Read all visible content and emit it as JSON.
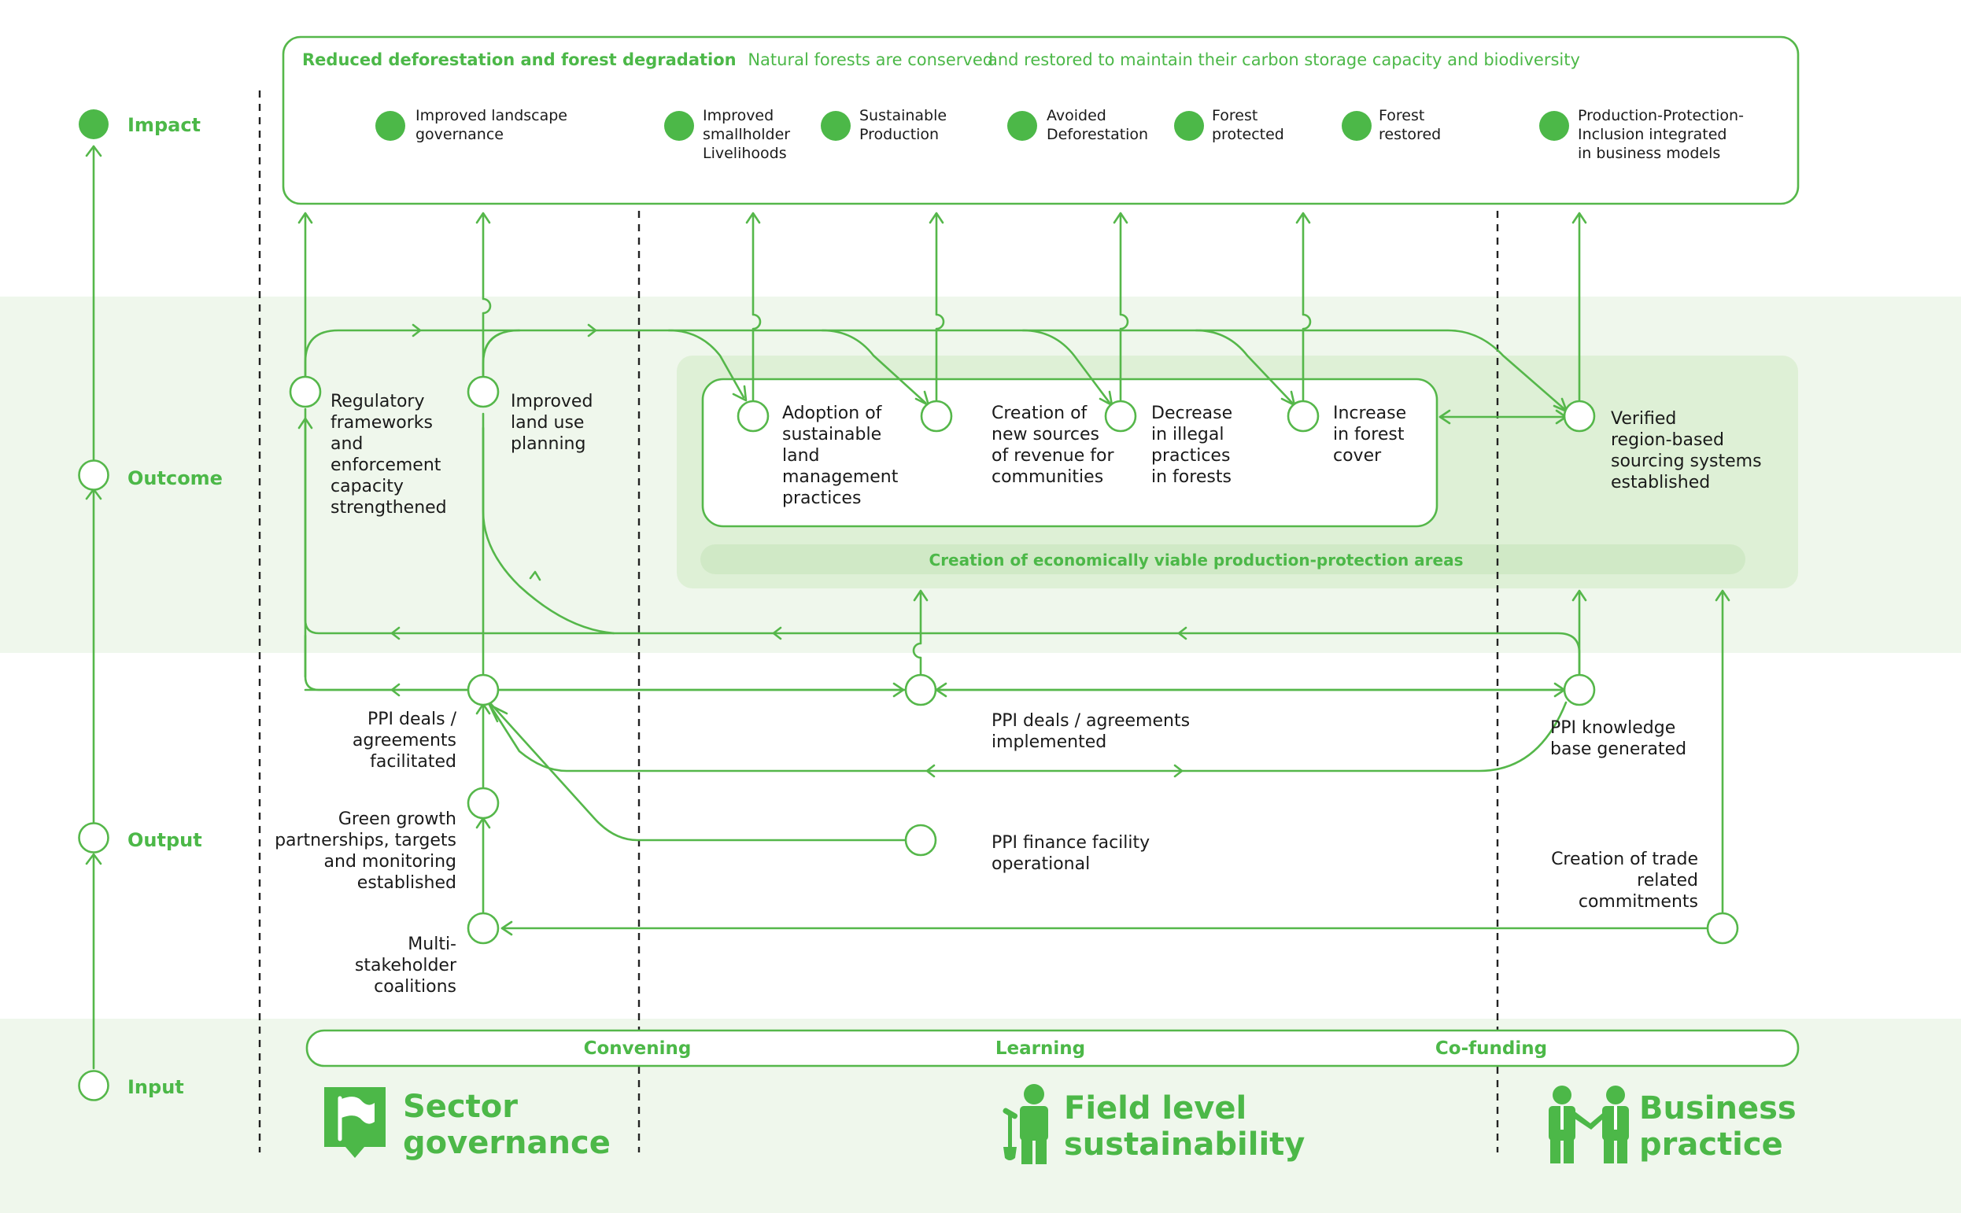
{
  "levels": {
    "impact": "Impact",
    "outcome": "Outcome",
    "output": "Output",
    "input": "Input"
  },
  "impact_box": {
    "title_bold": "Reduced deforestation and forest degradation",
    "title_rest_1": "Natural forests are conserved",
    "title_rest_2": "and restored to maintain their carbon storage capacity and biodiversity"
  },
  "impacts": [
    {
      "lines": [
        "Improved landscape",
        "governance"
      ]
    },
    {
      "lines": [
        "Improved",
        "smallholder",
        "Livelihoods"
      ]
    },
    {
      "lines": [
        "Sustainable",
        "Production"
      ]
    },
    {
      "lines": [
        "Avoided",
        "Deforestation"
      ]
    },
    {
      "lines": [
        "Forest",
        "protected"
      ]
    },
    {
      "lines": [
        "Forest",
        "restored"
      ]
    },
    {
      "lines": [
        "Production-Protection-",
        "Inclusion integrated",
        "in business models"
      ]
    }
  ],
  "outcomes": [
    {
      "lines": [
        "Regulatory",
        "frameworks",
        "and",
        "enforcement",
        "capacity",
        "strengthened"
      ]
    },
    {
      "lines": [
        "Improved",
        "land use",
        "planning"
      ]
    },
    {
      "lines": [
        "Adoption of",
        "sustainable",
        "land",
        "management",
        "practices"
      ]
    },
    {
      "lines": [
        "Creation of",
        "new sources",
        "of revenue for",
        "communities"
      ]
    },
    {
      "lines": [
        "Decrease",
        "in illegal",
        "practices",
        "in forests"
      ]
    },
    {
      "lines": [
        "Increase",
        "in forest",
        "cover"
      ]
    },
    {
      "lines": [
        "Verified",
        "region-based",
        "sourcing systems",
        "established"
      ]
    }
  ],
  "production_protection_label": "Creation of economically viable production-protection areas",
  "outputs": [
    {
      "lines": [
        "PPI deals /",
        "agreements",
        "facilitated"
      ]
    },
    {
      "lines": [
        "PPI deals / agreements",
        "implemented"
      ]
    },
    {
      "lines": [
        "PPI knowledge",
        "base generated"
      ]
    },
    {
      "lines": [
        "Green growth",
        "partnerships, targets",
        "and monitoring",
        "established"
      ]
    },
    {
      "lines": [
        "PPI finance facility",
        "operational"
      ]
    },
    {
      "lines": [
        "Creation of trade",
        "related",
        "commitments"
      ]
    },
    {
      "lines": [
        "Multi-",
        "stakeholder",
        "coalitions"
      ]
    }
  ],
  "inputs": [
    "Convening",
    "Learning",
    "Co-funding"
  ],
  "pillars": [
    {
      "icon": "flag-icon",
      "lines": [
        "Sector",
        "governance"
      ]
    },
    {
      "icon": "farmer-icon",
      "lines": [
        "Field level",
        "sustainability"
      ]
    },
    {
      "icon": "handshake-icon",
      "lines": [
        "Business",
        "practice"
      ]
    }
  ],
  "colors": {
    "green": "#4cb848",
    "band": "#eff7ec",
    "zone": "#def0d6",
    "pill": "#d0e9c6"
  }
}
